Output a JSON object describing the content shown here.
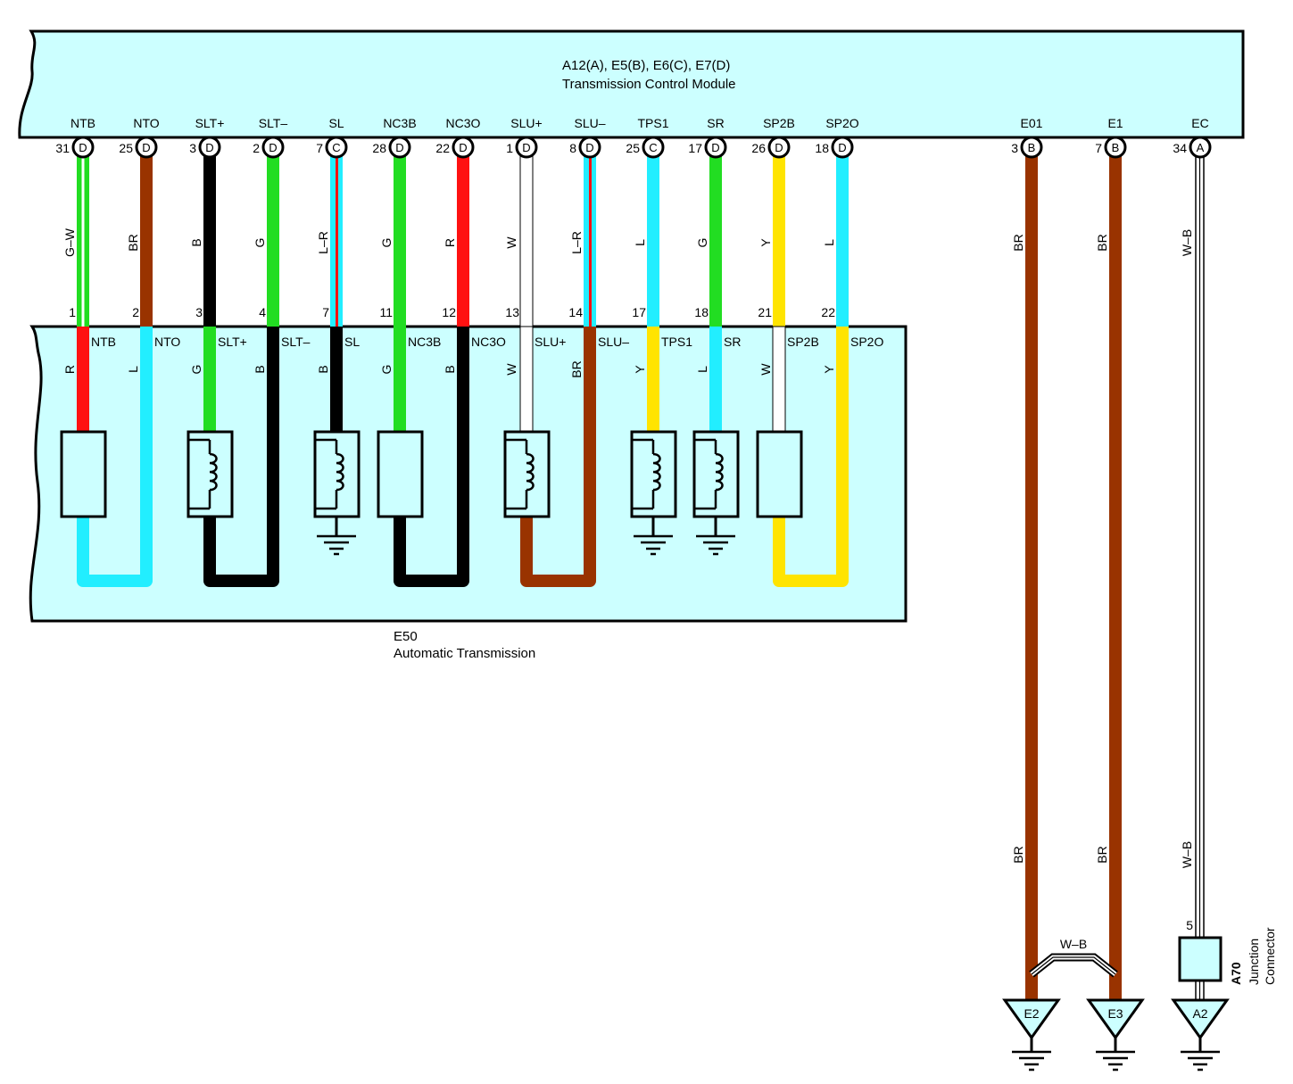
{
  "tcm": {
    "title": "A12(A), E5(B), E6(C), E7(D)",
    "subtitle": "Transmission Control Module",
    "fill": "#ccffff"
  },
  "at": {
    "title": "E50",
    "subtitle": "Automatic Transmission",
    "fill": "#ccffff"
  },
  "wire_colors": {
    "G": "#22dd22",
    "BR": "#993300",
    "B": "#000000",
    "L": "#22eeff",
    "R": "#ff1111",
    "W": "#ffffff",
    "Y": "#ffe400"
  },
  "tcm_pins": [
    {
      "name": "NTB",
      "num": "31",
      "conn": "D",
      "wire": "G–W"
    },
    {
      "name": "NTO",
      "num": "25",
      "conn": "D",
      "wire": "BR"
    },
    {
      "name": "SLT+",
      "num": "3",
      "conn": "D",
      "wire": "B"
    },
    {
      "name": "SLT–",
      "num": "2",
      "conn": "D",
      "wire": "G"
    },
    {
      "name": "SL",
      "num": "7",
      "conn": "C",
      "wire": "L–R"
    },
    {
      "name": "NC3B",
      "num": "28",
      "conn": "D",
      "wire": "G"
    },
    {
      "name": "NC3O",
      "num": "22",
      "conn": "D",
      "wire": "R"
    },
    {
      "name": "SLU+",
      "num": "1",
      "conn": "D",
      "wire": "W"
    },
    {
      "name": "SLU–",
      "num": "8",
      "conn": "D",
      "wire": "L–R"
    },
    {
      "name": "TPS1",
      "num": "25",
      "conn": "C",
      "wire": "L"
    },
    {
      "name": "SR",
      "num": "17",
      "conn": "D",
      "wire": "G"
    },
    {
      "name": "SP2B",
      "num": "26",
      "conn": "D",
      "wire": "Y"
    },
    {
      "name": "SP2O",
      "num": "18",
      "conn": "D",
      "wire": "L"
    }
  ],
  "ground_pins": [
    {
      "name": "E01",
      "num": "3",
      "conn": "B",
      "wire": "BR",
      "wire_lower": "BR",
      "ground": "E2"
    },
    {
      "name": "E1",
      "num": "7",
      "conn": "B",
      "wire": "BR",
      "wire_lower": "BR",
      "ground": "E3"
    },
    {
      "name": "EC",
      "num": "34",
      "conn": "A",
      "wire": "W–B",
      "wire_lower": "W–B",
      "ground": "A2"
    }
  ],
  "at_pins": [
    {
      "num": "1",
      "name": "NTB",
      "wire": "R"
    },
    {
      "num": "2",
      "name": "NTO",
      "wire": "L"
    },
    {
      "num": "3",
      "name": "SLT+",
      "wire": "G"
    },
    {
      "num": "4",
      "name": "SLT–",
      "wire": "B"
    },
    {
      "num": "7",
      "name": "SL",
      "wire": "B"
    },
    {
      "num": "11",
      "name": "NC3B",
      "wire": "G"
    },
    {
      "num": "12",
      "name": "NC3O",
      "wire": "B"
    },
    {
      "num": "13",
      "name": "SLU+",
      "wire": "W"
    },
    {
      "num": "14",
      "name": "SLU–",
      "wire": "BR"
    },
    {
      "num": "17",
      "name": "TPS1",
      "wire": "Y"
    },
    {
      "num": "18",
      "name": "SR",
      "wire": "L"
    },
    {
      "num": "21",
      "name": "SP2B",
      "wire": "W"
    },
    {
      "num": "22",
      "name": "SP2O",
      "wire": "Y"
    }
  ],
  "ground_splice_wire": "W–B",
  "junction": {
    "id": "A70",
    "line1": "Junction",
    "line2": "Connector",
    "pin": "5"
  }
}
